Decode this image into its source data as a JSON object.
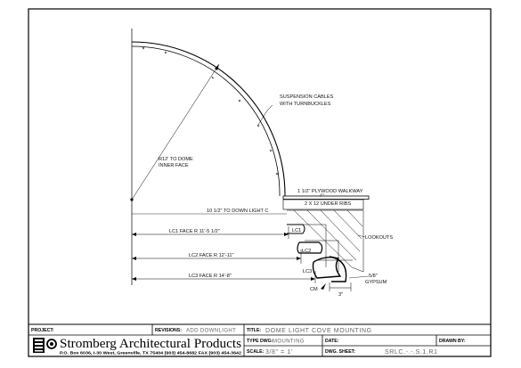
{
  "drawing": {
    "annotations": {
      "suspension_line1": "SUSPENSION CABLES",
      "suspension_line2": "WITH TURNBUCKLES",
      "radius_line1": "R12' TO DOME",
      "radius_line2": "INNER FACE",
      "walkway": "1 1/2\" PLYWOOD WALKWAY",
      "ribs": "2 X 12 UNDER RIBS",
      "down_light": "10 1/2\" TO DOWN LIGHT C",
      "lookouts": "LOOKOUTS",
      "gypsum_line1": "5/8\"",
      "gypsum_line2": "GYPSUM",
      "width_3": "3\"",
      "cm": "CM",
      "lc1_tag": "LC1",
      "lc2_tag": "LC2",
      "lc3_tag": "LC3",
      "lc1_face": "LC1 FACE R 11'-5 1/2\"",
      "lc2_face": "LC2 FACE R 12'-11\"",
      "lc3_face": "LC3 FACE R 14'-8\""
    }
  },
  "title_block": {
    "project_label": "PROJECT:",
    "revisions_label": "REVISIONS:",
    "revisions_value": "ADD DOWNLIGHT",
    "title_label": "TITLE:",
    "title_value": "DOME LIGHT COVE MOUNTING",
    "type_label": "TYPE DWG:",
    "type_value": "MOUNTING",
    "date_label": "DATE:",
    "drawn_label": "DRAWN BY:",
    "scale_label": "SCALE:",
    "scale_value": "3/8\" = 1'",
    "sheet_label": "DWG. SHEET:",
    "sheet_value": "SRLC.-.-.S.1.R1",
    "company": "Stromberg Architectural Products",
    "address": "P.O. Box 6036, I-30 West, Greenville, TX 75404   (903) 454-8682   FAX (903) 454-3642"
  }
}
